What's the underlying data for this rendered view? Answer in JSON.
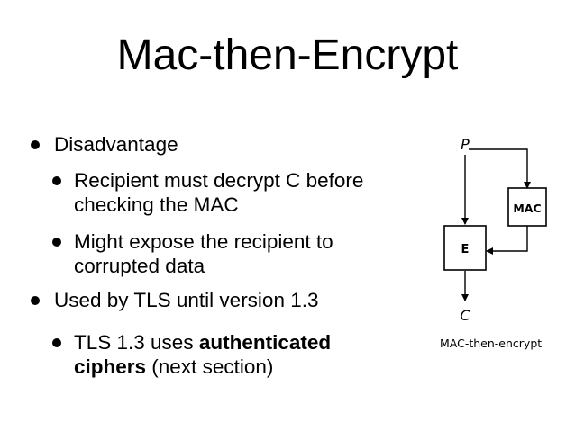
{
  "slide": {
    "title": "Mac-then-Encrypt",
    "bullets": [
      {
        "text": "Disadvantage"
      },
      {
        "text": "Recipient must decrypt C before checking the MAC"
      },
      {
        "text": "Might expose the recipient to corrupted data"
      },
      {
        "text": "Used by TLS until version 1.3"
      },
      {
        "before": "TLS 1.3 uses ",
        "bold": "authenticated ciphers",
        "after": " (next section)"
      }
    ]
  },
  "diagram": {
    "input_label": "P",
    "mac_label": "MAC",
    "encrypt_label": "E",
    "output_label": "C",
    "caption": "MAC-then-encrypt"
  }
}
